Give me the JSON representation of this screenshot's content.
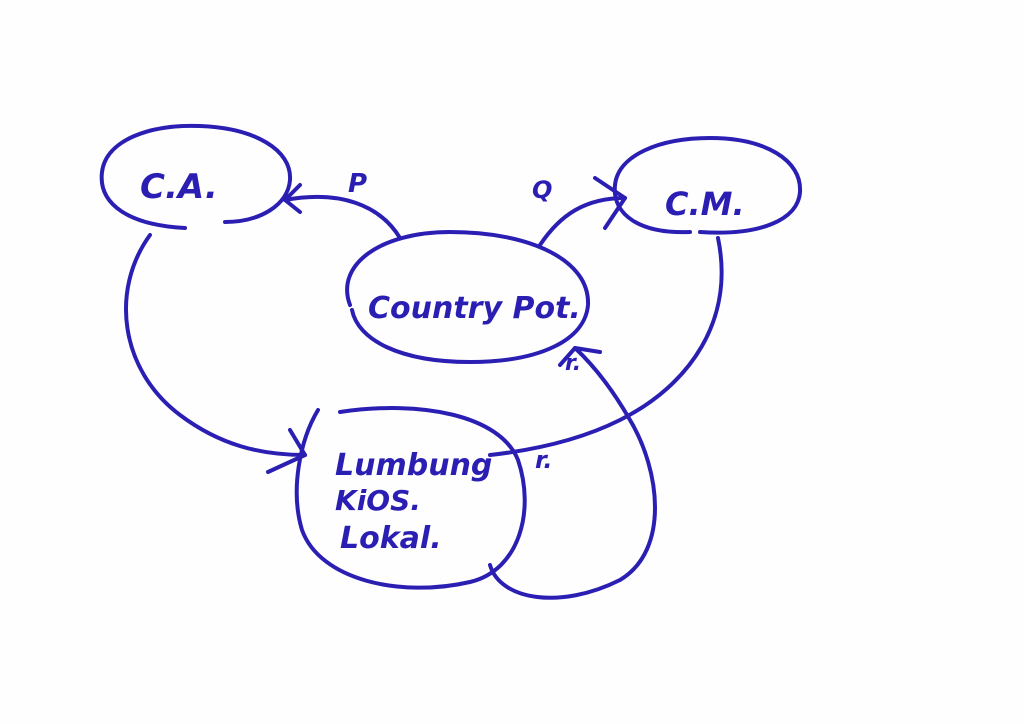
{
  "ink_color": "#2b1fb3",
  "nodes": {
    "ca": "C.A.",
    "cm": "C.M.",
    "country": "Country Pot.",
    "lumbung": [
      "Lumbung",
      "KiOS.",
      "Lokal."
    ]
  },
  "edges": {
    "country_to_ca": "P",
    "country_to_cm": "Q",
    "cm_to_lumbung": "r.",
    "lumbung_to_country": "r."
  }
}
